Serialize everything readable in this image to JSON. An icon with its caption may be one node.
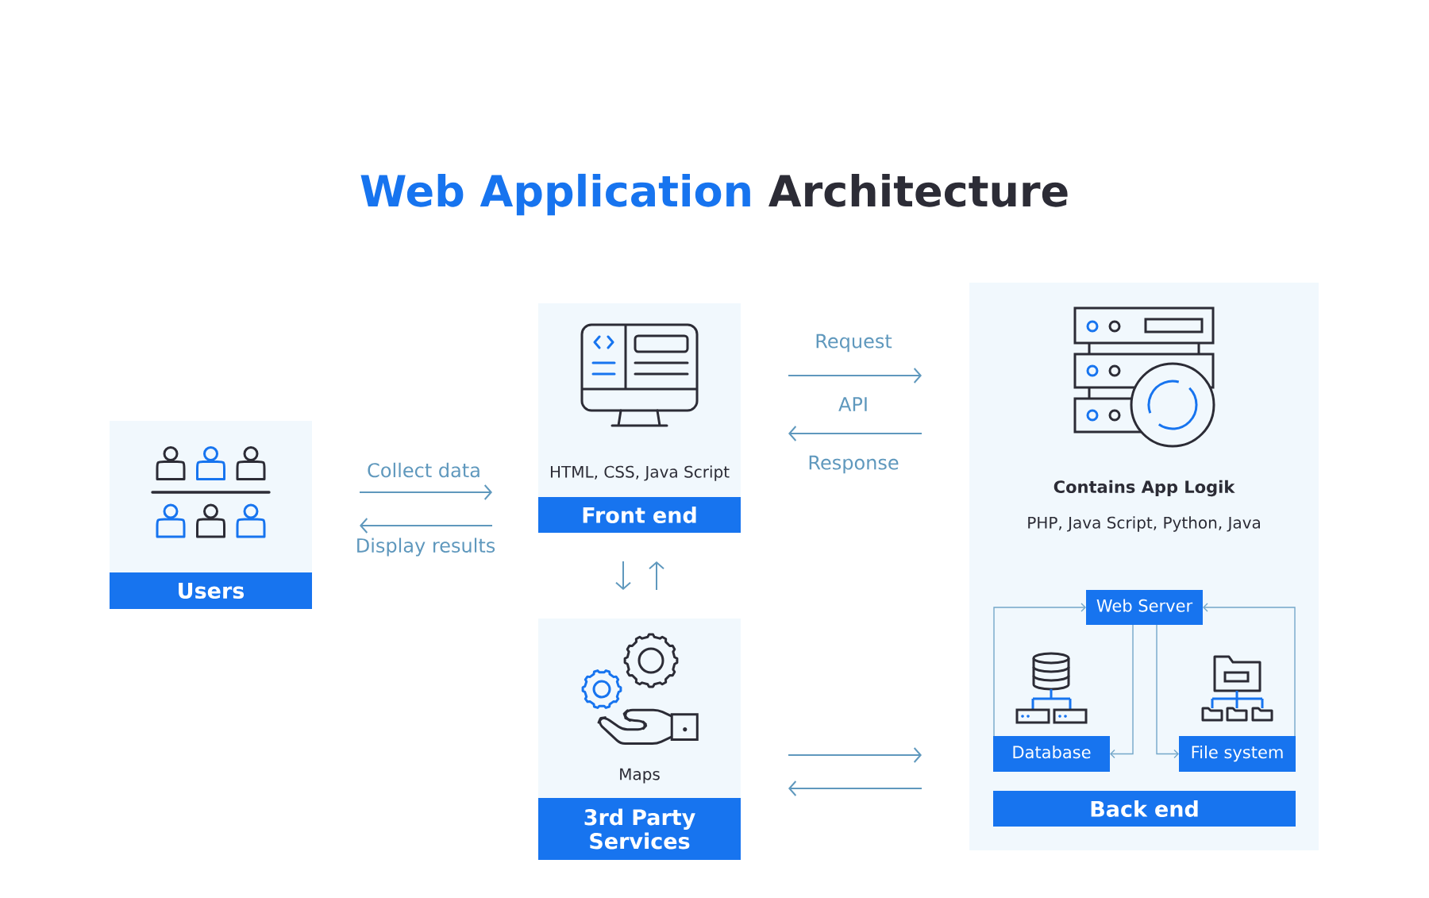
{
  "diagram": {
    "title": "Web Application Architecture",
    "nodes": [
      {
        "text": [
          "Users"
        ]
      },
      {
        "text": [
          "HTML, CSS, Java Script",
          "Front end"
        ]
      },
      {
        "text": [
          "Maps",
          "3rd Party Services"
        ]
      },
      {
        "text": [
          "Contains App Logik",
          "PHP, Java Script, Python, Java",
          "Back end"
        ]
      },
      {
        "text": [
          "Web Server"
        ],
        "in": 3
      },
      {
        "text": [
          "Database"
        ],
        "in": 3
      },
      {
        "text": [
          "File system"
        ],
        "in": 3
      }
    ],
    "edges": [
      {
        "from": 0,
        "to": 1,
        "arrow": "to",
        "label": "Collect data"
      },
      {
        "from": 1,
        "to": 0,
        "arrow": "to",
        "label": "Display results"
      },
      {
        "from": 1,
        "to": 3,
        "arrow": "to",
        "label": "Request"
      },
      {
        "from": 3,
        "to": 1,
        "arrow": "to",
        "label": "Response"
      },
      {
        "from": 1,
        "to": 2,
        "arrow": "to"
      },
      {
        "from": 2,
        "to": 1,
        "arrow": "to"
      },
      {
        "from": 2,
        "to": 3,
        "arrow": "to"
      },
      {
        "from": 3,
        "to": 2,
        "arrow": "to"
      },
      {
        "from": 5,
        "to": 4,
        "arrow": "to"
      },
      {
        "from": 6,
        "to": 4,
        "arrow": "to"
      },
      {
        "from": 4,
        "to": 5,
        "arrow": "to"
      },
      {
        "from": 4,
        "to": 6,
        "arrow": "to"
      }
    ],
    "labels": [
      "API"
    ]
  }
}
